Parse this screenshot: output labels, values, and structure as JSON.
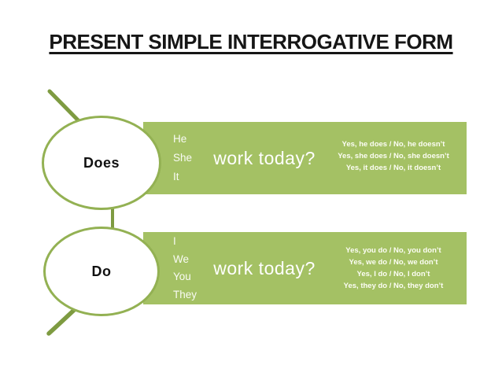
{
  "title": "PRESENT SIMPLE INTERROGATIVE FORM",
  "colors": {
    "bar_green": "#a4c164",
    "circle_border_green": "#93b153",
    "connector_green": "#7e9b41",
    "text_white": "#ffffff",
    "title_black": "#161616"
  },
  "rows": [
    {
      "auxiliary": "Does",
      "pronouns": [
        "He",
        "She",
        "It"
      ],
      "question": "work today?",
      "answers": [
        "Yes, he does / No, he doesn’t",
        "Yes, she does / No, she doesn’t",
        "Yes, it does / No, it doesn’t"
      ]
    },
    {
      "auxiliary": "Do",
      "pronouns": [
        "I",
        "We",
        "You",
        "They"
      ],
      "question": "work today?",
      "answers": [
        "Yes, you do / No, you don’t",
        "Yes, we do / No, we don’t",
        "Yes, I do / No, I don’t",
        "Yes, they do / No, they don’t"
      ]
    }
  ]
}
